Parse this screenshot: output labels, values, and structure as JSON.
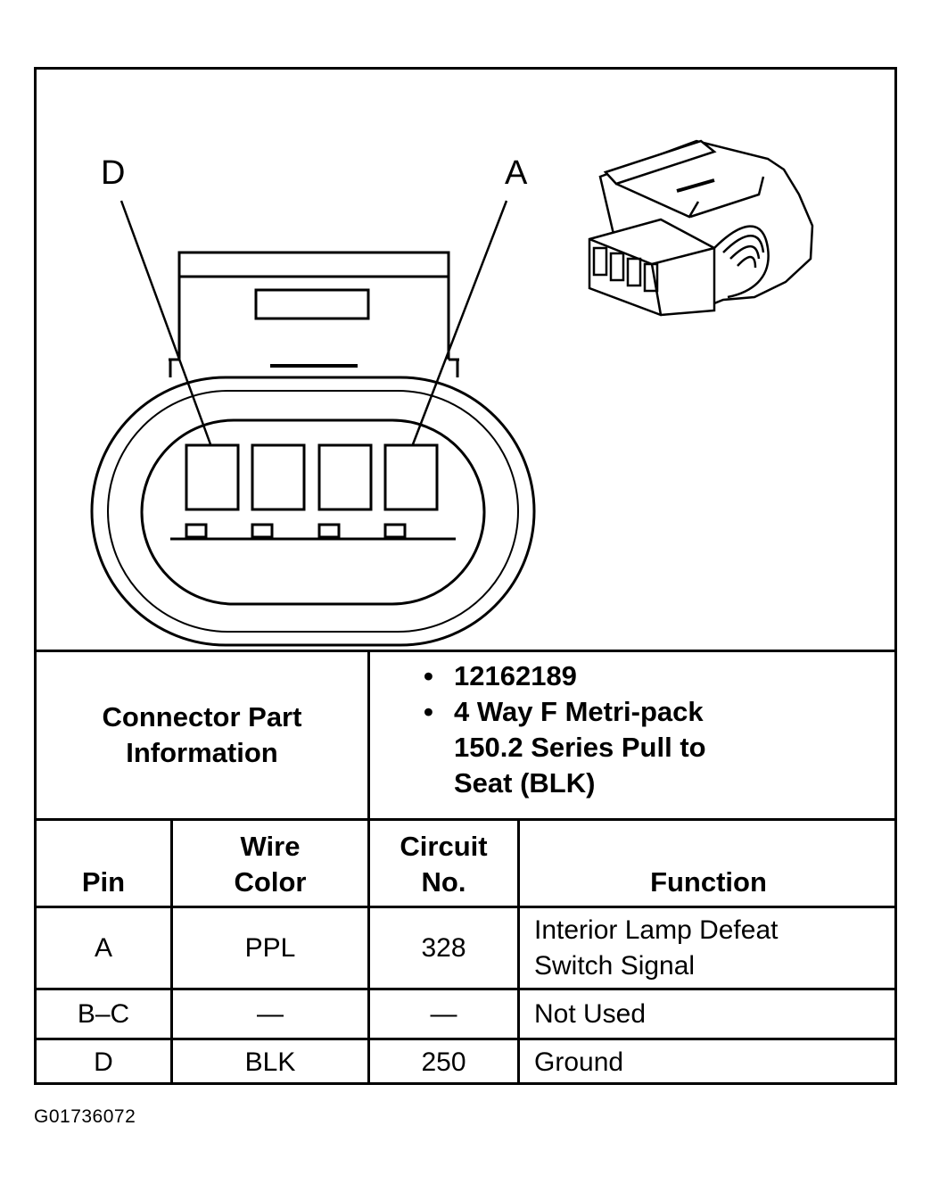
{
  "diagram": {
    "pin_labels": {
      "left": "D",
      "right": "A"
    }
  },
  "info": {
    "label_line1": "Connector Part",
    "label_line2": "Information",
    "bullet": "•",
    "items": [
      {
        "lines": [
          "12162189"
        ]
      },
      {
        "lines": [
          "4 Way F Metri-pack",
          "150.2 Series Pull to",
          "Seat (BLK)"
        ]
      }
    ]
  },
  "table": {
    "headers": {
      "pin": "Pin",
      "wire_color": [
        "Wire",
        "Color"
      ],
      "circuit": [
        "Circuit",
        "No."
      ],
      "function": "Function"
    },
    "rows": [
      {
        "pin": "A",
        "wire_color": "PPL",
        "circuit": "328",
        "function": [
          "Interior Lamp Defeat",
          "Switch Signal"
        ]
      },
      {
        "pin": "B–C",
        "wire_color": "—",
        "circuit": "—",
        "function": [
          "Not Used"
        ]
      },
      {
        "pin": "D",
        "wire_color": "BLK",
        "circuit": "250",
        "function": [
          "Ground"
        ]
      }
    ]
  },
  "figure_code": "G01736072"
}
